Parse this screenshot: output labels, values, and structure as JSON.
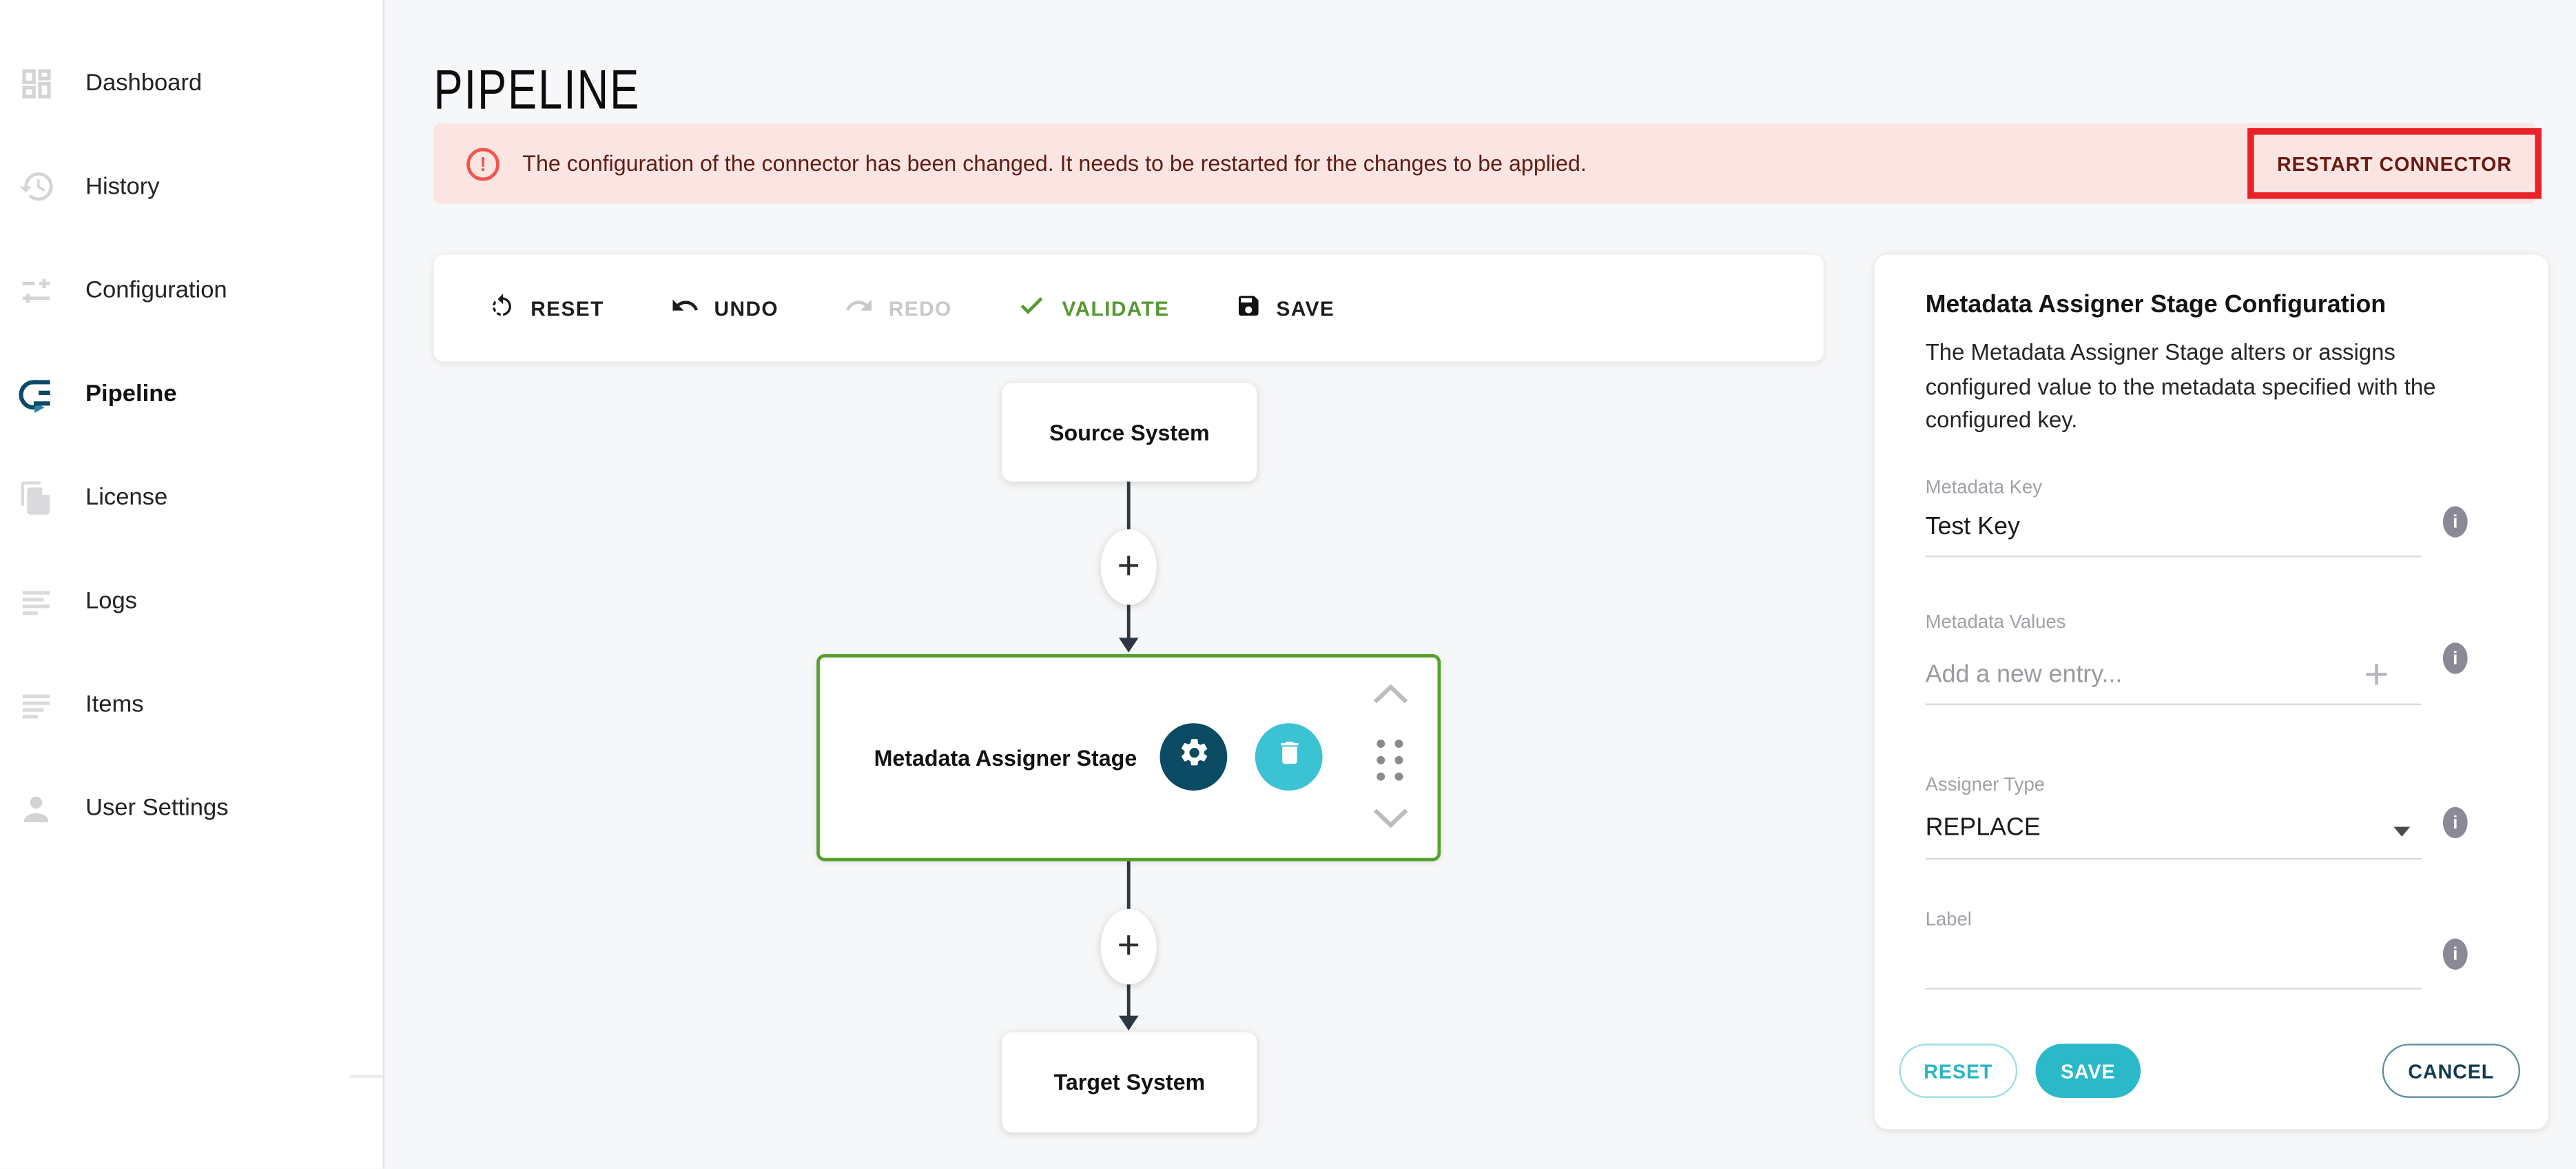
{
  "app": {
    "title": "PIPELINE"
  },
  "sidebar": {
    "items": [
      {
        "label": "Dashboard",
        "icon": "dashboard-icon",
        "active": false
      },
      {
        "label": "History",
        "icon": "history-icon",
        "active": false
      },
      {
        "label": "Configuration",
        "icon": "configuration-icon",
        "active": false
      },
      {
        "label": "Pipeline",
        "icon": "pipeline-icon",
        "active": true
      },
      {
        "label": "License",
        "icon": "license-icon",
        "active": false
      },
      {
        "label": "Logs",
        "icon": "logs-icon",
        "active": false
      },
      {
        "label": "Items",
        "icon": "items-icon",
        "active": false
      },
      {
        "label": "User Settings",
        "icon": "user-icon",
        "active": false
      }
    ]
  },
  "banner": {
    "icon_glyph": "!",
    "message": "The configuration of the connector has been changed. It needs to be restarted for the changes to be applied.",
    "action_label": "RESTART CONNECTOR"
  },
  "toolbar": {
    "buttons": [
      {
        "label": "RESET",
        "icon": "reset-icon",
        "state": "enabled"
      },
      {
        "label": "UNDO",
        "icon": "undo-icon",
        "state": "enabled"
      },
      {
        "label": "REDO",
        "icon": "redo-icon",
        "state": "disabled"
      },
      {
        "label": "VALIDATE",
        "icon": "check-icon",
        "state": "enabled"
      },
      {
        "label": "SAVE",
        "icon": "save-icon",
        "state": "enabled"
      }
    ]
  },
  "pipeline": {
    "source_label": "Source System",
    "stage_label": "Metadata Assigner Stage",
    "target_label": "Target System",
    "add_symbol": "+"
  },
  "panel": {
    "title": "Metadata Assigner Stage Configuration",
    "description": "The Metadata Assigner Stage alters or assigns configured value to the metadata specified with the configured key.",
    "info_glyph": "i",
    "fields": {
      "metadata_key": {
        "label": "Metadata Key",
        "value": "Test Key"
      },
      "metadata_values": {
        "label": "Metadata Values",
        "placeholder": "Add a new entry...",
        "add_symbol": "+"
      },
      "assigner_type": {
        "label": "Assigner Type",
        "value": "REPLACE"
      },
      "label_field": {
        "label": "Label",
        "value": ""
      }
    },
    "buttons": {
      "reset": "RESET",
      "save": "SAVE",
      "cancel": "CANCEL"
    }
  },
  "colors": {
    "accent_teal": "#2bb8c8",
    "dark_teal": "#0b4a63",
    "stage_border_green": "#58a02e",
    "validate_green": "#55982f",
    "banner_bg": "#fbe5e2",
    "banner_text": "#5f1d15",
    "error_red": "#f2544d",
    "annotation_red": "#e92227",
    "trash_cyan": "#3bc3d4"
  }
}
